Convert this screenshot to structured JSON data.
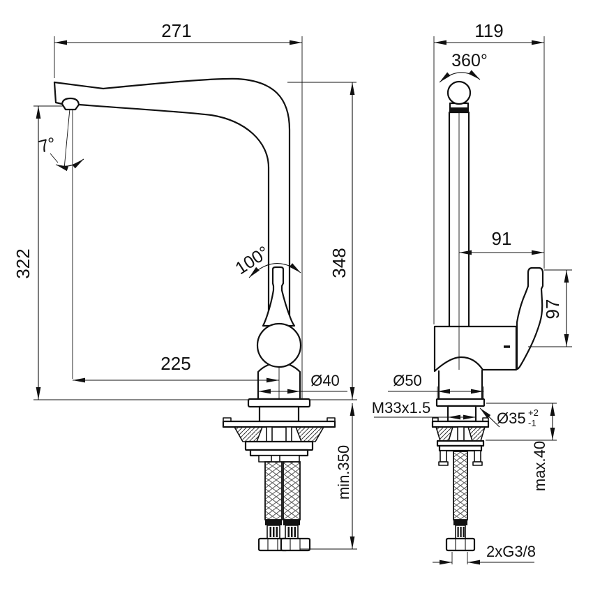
{
  "colors": {
    "line": "#111111",
    "background": "#ffffff"
  },
  "drawing": {
    "front_view": {
      "spout_reach_overall": "271",
      "spout_height": "322",
      "nozzle_angle": "7°",
      "handle_swing_angle": "100°",
      "spout_reach_axis": "225",
      "body_diameter": "Ø40",
      "total_height": "348",
      "hose_min_length": "min.350"
    },
    "side_view": {
      "depth": "119",
      "spout_rotation": "360°",
      "handle_reach": "91",
      "handle_height": "97",
      "base_diameter": "Ø50",
      "mounting_thread": "M33x1.5",
      "hole_diameter": "Ø35",
      "hole_tolerance_plus": "+2",
      "hole_tolerance_minus": "-1",
      "counter_max_thickness": "max.40",
      "hose_connection": "2xG3/8"
    }
  }
}
